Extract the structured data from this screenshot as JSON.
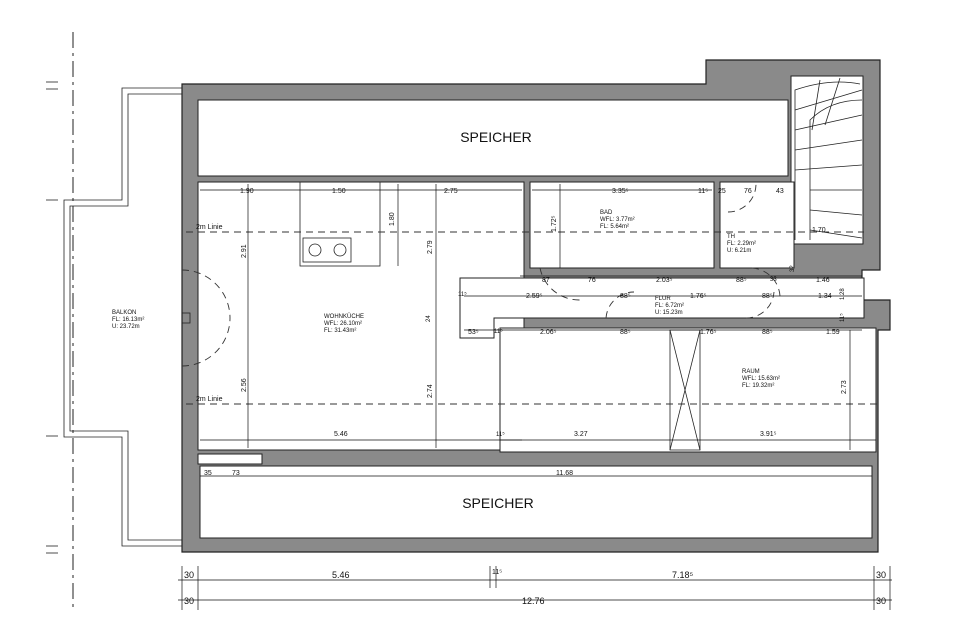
{
  "rooms": {
    "speicher_top": {
      "name": "SPEICHER"
    },
    "speicher_bottom": {
      "name": "SPEICHER"
    },
    "balkon": {
      "name": "BALKON",
      "fl": "FL: 16.13m²",
      "u": "U: 23.72m"
    },
    "wohnkueche": {
      "name": "WOHNKÜCHE",
      "wfl": "WFL: 26.10m²",
      "fl": "FL: 31.43m²"
    },
    "bad": {
      "name": "BAD",
      "wfl": "WFL: 3.77m²",
      "fl": "FL: 5.64m²"
    },
    "th": {
      "name": "TH",
      "fl": "FL: 2.29m²",
      "u": "U: 6.21m"
    },
    "flur": {
      "name": "FLUR",
      "fl": "FL: 6.72m²",
      "u": "U: 15.23m"
    },
    "raum": {
      "name": "RAUM",
      "wfl": "WFL: 15.63m²",
      "fl": "FL: 19.32m²"
    }
  },
  "lines": {
    "upper": "2m Linie",
    "lower": "2m Linie"
  },
  "dims": {
    "d1_90": "1.90",
    "d1_50": "1.50",
    "d2_75": "2.75",
    "d3_35": "3.35⁵",
    "d11a": "11⁵",
    "d25": "25",
    "d76a": "76",
    "d43": "43",
    "d1_70": "1.70",
    "d1_80": "1.80",
    "d2_91": "2.91",
    "d2_79": "2.79",
    "d1_72": "1.72⁵",
    "d87": "87",
    "d76b": "76",
    "d2_03": "2.03⁵",
    "d88a": "88⁵",
    "d33": "33",
    "d32": "32",
    "d1_46": "1.46",
    "d11b": "11⁵",
    "d2_59": "2.59⁵",
    "d88b": "88⁵",
    "d1_76a": "1.76⁵",
    "d88c": "88⁵",
    "d1_34": "1.34",
    "d1_28": "1.28",
    "d11c": "11⁵",
    "d24": "24",
    "d53": "53⁵",
    "d11d": "11⁵",
    "d2_06": "2.06⁵",
    "d88d": "88⁵",
    "d1_76b": "1.76⁵",
    "d88e": "88⁵",
    "d1_59": "1.59",
    "d2_56": "2.56",
    "d2_74": "2.74",
    "d2_73": "2.73",
    "d5_46a": "5.46",
    "d11e": "11⁵",
    "d3_27": "3.27",
    "d3_91": "3.91⁵",
    "d35": "35",
    "d73": "73",
    "d11_68": "11.68",
    "b30a": "30",
    "b5_46": "5.46",
    "b11": "11⁵",
    "b7_18": "7.18⁵",
    "b30b": "30",
    "c30a": "30",
    "c12_76": "12.76",
    "c30b": "30"
  }
}
